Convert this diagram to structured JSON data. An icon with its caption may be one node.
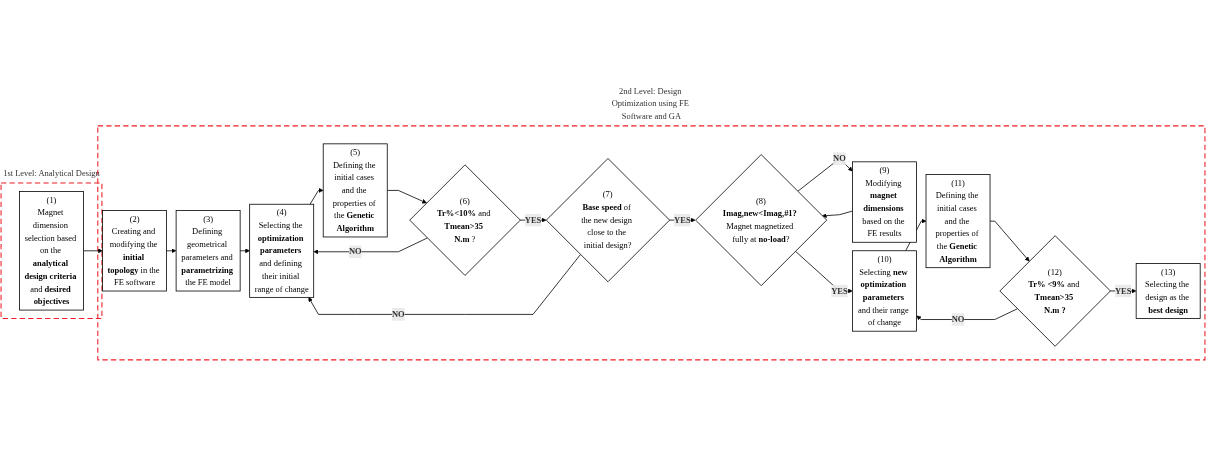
{
  "diagram": {
    "nodes": [
      {
        "text": [
          "1st Level: Analytical Design"
        ]
      },
      {
        "text": [
          "(1)",
          "Magnet dimension selection based on the **analytical design criteria** and **desired objectives**"
        ],
        "in": 0
      },
      {
        "text": [
          "2nd Level: Design Optimization using FE Software and GA"
        ]
      },
      {
        "text": [
          "(2)",
          "Creating and modifying the **initial topology** in the FE software"
        ],
        "in": 2
      },
      {
        "text": [
          "(3)",
          "Defining geometrical parameters and **parametrizing** the FE model"
        ],
        "in": 2
      },
      {
        "text": [
          "(4)",
          "Selecting the **optimization parameters** and defining their initial range of change"
        ],
        "in": 2
      },
      {
        "text": [
          "(5)",
          "Defining the initial cases and the properties of the **Genetic Algorithm**"
        ],
        "in": 2
      },
      {
        "text": [
          "(6)",
          "**Tr%<10%** and **Tmean>35 N.m** ?"
        ],
        "in": 2
      },
      {
        "text": [
          "(7)",
          "**Base speed** of the new design close to the initial design?"
        ],
        "in": 2
      },
      {
        "text": [
          "(8)",
          "**Imag,new<Imag,#1?** Magnet magnetized fully at **no-load**?"
        ],
        "in": 2
      },
      {
        "text": [
          "(9)",
          "Modifying **magnet dimensions** based on the FE results"
        ],
        "in": 2
      },
      {
        "text": [
          "(10)",
          "Selecting **new optimization parameters** and their range of change"
        ],
        "in": 2
      },
      {
        "text": [
          "(11)",
          "Defining the initial cases and the properties of the **Genetic Algorithm**"
        ],
        "in": 2
      },
      {
        "text": [
          "(12)",
          "**Tr% <9%** and **Tmean>35 N.m ?**"
        ],
        "in": 2
      },
      {
        "text": [
          "(13)",
          "Selecting the design as the **best design**"
        ],
        "in": 2
      }
    ],
    "edges": [
      {
        "from": 1,
        "to": 3,
        "arrow": "to"
      },
      {
        "from": 3,
        "to": 4,
        "arrow": "to"
      },
      {
        "from": 4,
        "to": 5,
        "arrow": "to"
      },
      {
        "from": 5,
        "to": 6,
        "arrow": "to"
      },
      {
        "from": 6,
        "to": 7,
        "arrow": "to"
      },
      {
        "from": 7,
        "to": 8,
        "label": "YES",
        "arrow": "to"
      },
      {
        "from": 7,
        "to": 5,
        "label": "NO",
        "arrow": "to"
      },
      {
        "from": 8,
        "to": 9,
        "label": "YES",
        "arrow": "to"
      },
      {
        "from": 8,
        "to": 5,
        "label": "NO",
        "arrow": "to"
      },
      {
        "from": 9,
        "to": 10,
        "label": "NO",
        "arrow": "to"
      },
      {
        "from": 9,
        "to": 11,
        "label": "YES",
        "arrow": "to"
      },
      {
        "from": 10,
        "to": 9,
        "arrow": "to"
      },
      {
        "from": 11,
        "to": 12,
        "arrow": "to"
      },
      {
        "from": 12,
        "to": 13,
        "arrow": "to"
      },
      {
        "from": 13,
        "to": 14,
        "label": "YES",
        "arrow": "to"
      },
      {
        "from": 13,
        "to": 11,
        "label": "NO",
        "arrow": "to"
      }
    ]
  }
}
